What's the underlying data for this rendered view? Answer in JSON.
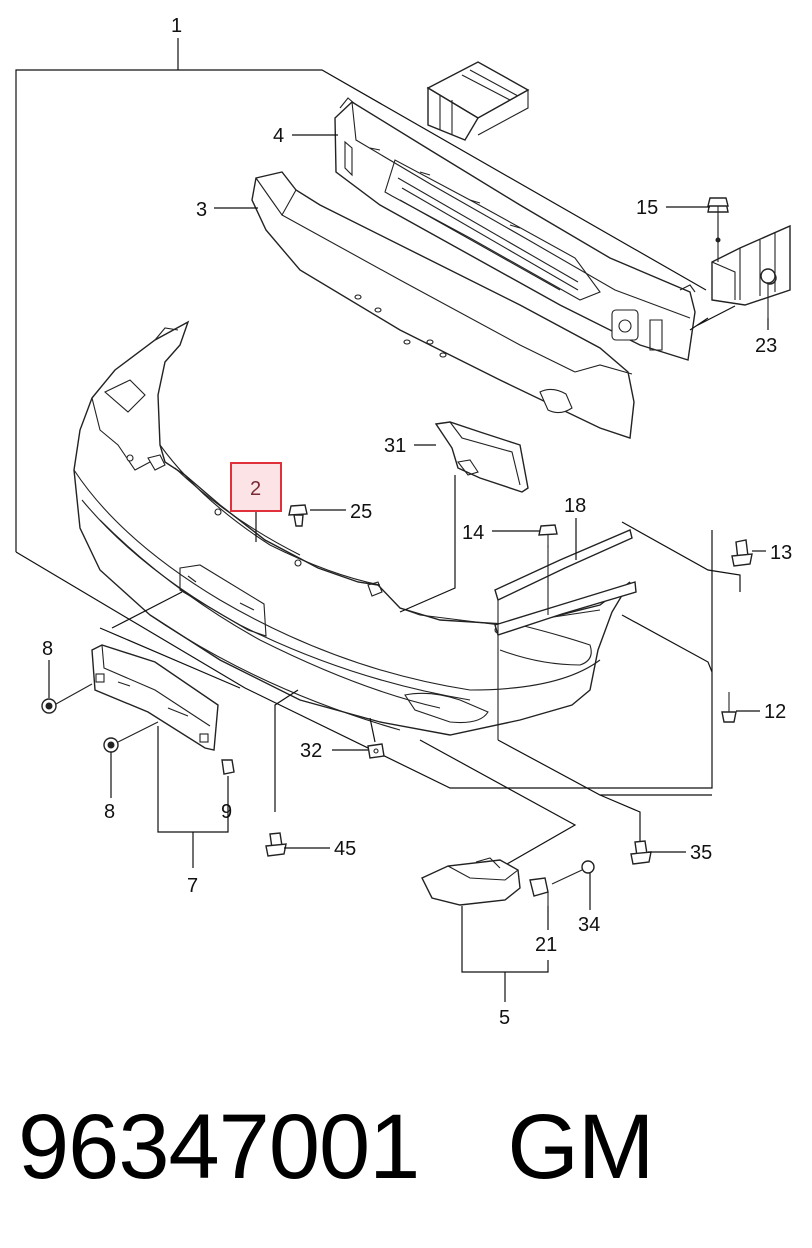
{
  "diagram": {
    "labels": {
      "p1": "1",
      "p2": "2",
      "p3": "3",
      "p4": "4",
      "p5": "5",
      "p7": "7",
      "p8a": "8",
      "p8b": "8",
      "p9": "9",
      "p12": "12",
      "p13": "13",
      "p14": "14",
      "p15": "15",
      "p18": "18",
      "p21": "21",
      "p23": "23",
      "p25": "25",
      "p31": "31",
      "p32": "32",
      "p34": "34",
      "p35": "35",
      "p45": "45"
    },
    "highlight_color": "#e0303c",
    "highlight_fill": "#fbe3e6"
  },
  "footer": {
    "part_number": "96347001",
    "brand": "GM"
  }
}
